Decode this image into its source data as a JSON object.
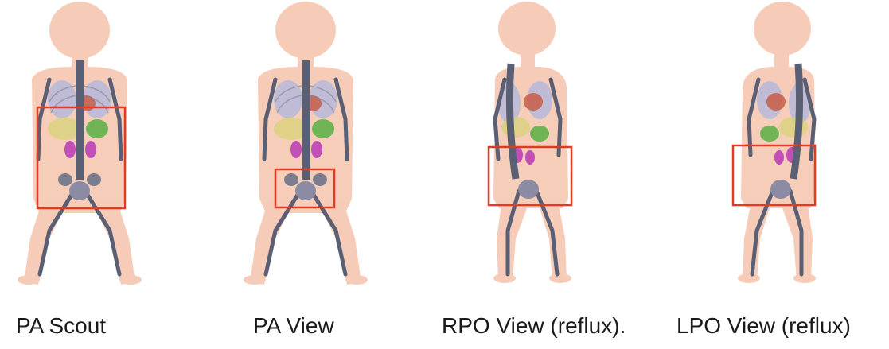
{
  "panels": [
    {
      "caption": "PA Scout",
      "view": "front",
      "region": "abdomen"
    },
    {
      "caption": "PA View",
      "view": "front",
      "region": "pelvis"
    },
    {
      "caption": "RPO View (reflux).",
      "view": "oblique-right",
      "region": "pelvis"
    },
    {
      "caption": "LPO View (reflux)",
      "view": "oblique-left",
      "region": "pelvis"
    }
  ],
  "colors": {
    "skin": "#f5c4ad",
    "bone": "#5a5f73",
    "kidney": "#c24fb8",
    "spleen": "#57b044",
    "heart": "#c8563d",
    "lung": "#b3b8dc",
    "liver": "#d9d27a",
    "bladder": "#8b8ca3",
    "highlight_box": "#e23b22"
  }
}
